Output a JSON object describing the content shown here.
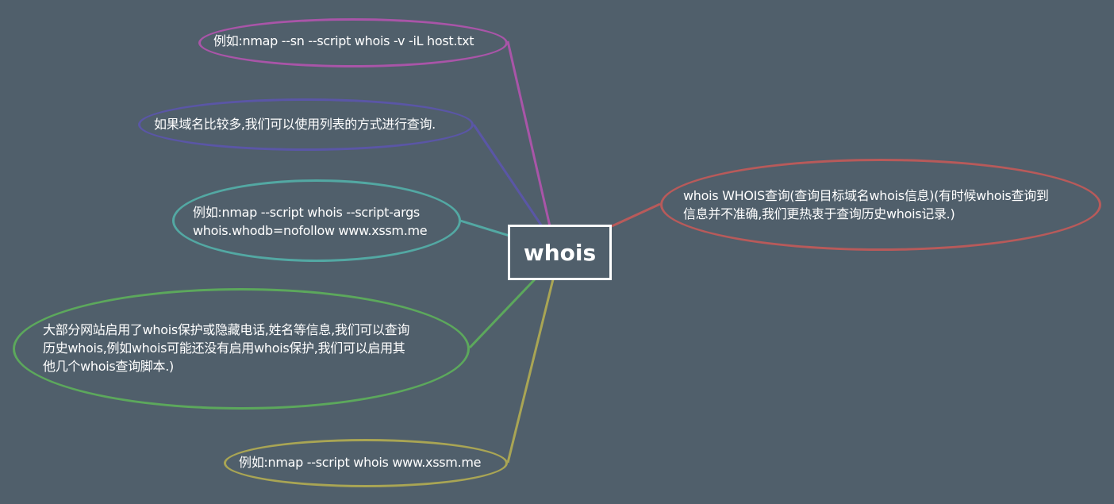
{
  "central": {
    "label": "whois"
  },
  "branches": {
    "example_il": {
      "text": "例如:nmap --sn --script whois -v -iL host.txt",
      "color": "#a955a8"
    },
    "list_tip": {
      "text": "如果域名比较多,我们可以使用列表的方式进行查询.",
      "color": "#5a56a6"
    },
    "example_args": {
      "text": "例如:nmap --script whois --script-args\nwhois.whodb=nofollow www.xssm.me",
      "color": "#53a8a3"
    },
    "privacy_tip": {
      "text": "大部分网站启用了whois保护或隐藏电话,姓名等信息,我们可以查询\n历史whois,例如whois可能还没有启用whois保护,我们可以启用其\n他几个whois查询脚本.)",
      "color": "#5ca85c"
    },
    "example_basic": {
      "text": "例如:nmap --script whois www.xssm.me",
      "color": "#a9a554"
    },
    "description": {
      "text": "whois WHOIS查询(查询目标域名whois信息)(有时候whois查询到\n信息并不准确,我们更热衷于查询历史whois记录.)",
      "color": "#b85a5a"
    }
  }
}
